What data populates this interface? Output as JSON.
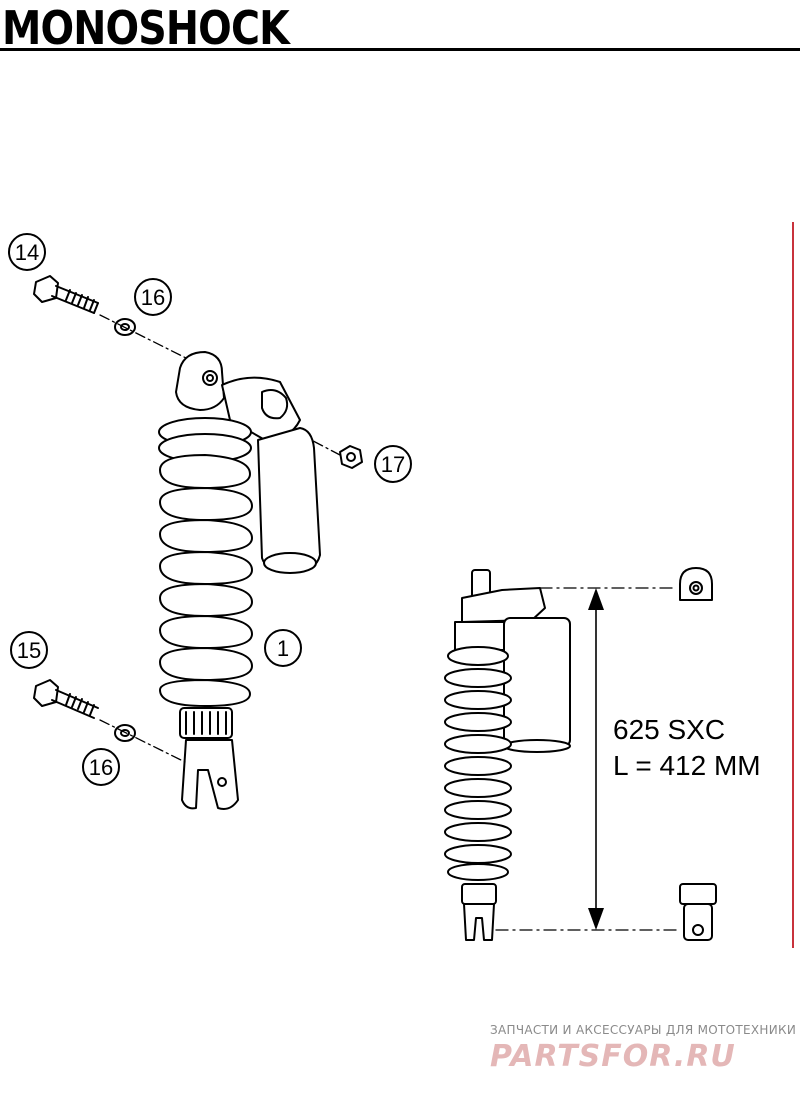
{
  "title": "MONOSHOCK",
  "callouts": [
    "14",
    "16",
    "17",
    "1",
    "15",
    "16"
  ],
  "spec": {
    "model": "625 SXC",
    "length": "L = 412 MM"
  },
  "watermark": {
    "tagline": "ЗАПЧАСТИ И АКСЕССУАРЫ ДЛЯ МОТОТЕХНИКИ",
    "logo": "PARTSFOR.RU"
  },
  "colors": {
    "line": "#000000",
    "accent_edge": "#c8323c",
    "watermark": "#e4b7b7"
  }
}
